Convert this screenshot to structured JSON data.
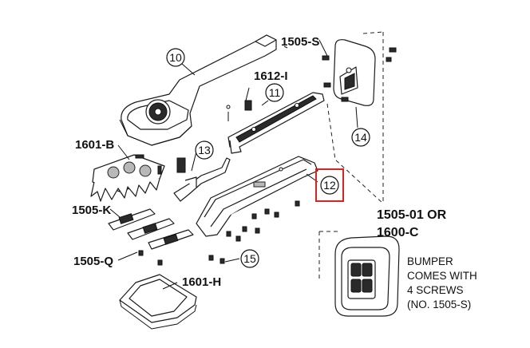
{
  "callouts": {
    "c10": "10",
    "c11": "11",
    "c12": "12",
    "c13": "13",
    "c14": "14",
    "c15": "15"
  },
  "labels": {
    "l1505S": "1505-S",
    "l1612I": "1612-I",
    "l1601B": "1601-B",
    "l1505K": "1505-K",
    "l1505Q": "1505-Q",
    "l1601H": "1601-H"
  },
  "bumper": {
    "line1": "1505-01 OR",
    "line2": "1600-C",
    "note1": "BUMPER",
    "note2": "COMES WITH",
    "note3": "4 SCREWS",
    "note4": "(NO. 1505-S)"
  },
  "highlight_color": "#e02020"
}
